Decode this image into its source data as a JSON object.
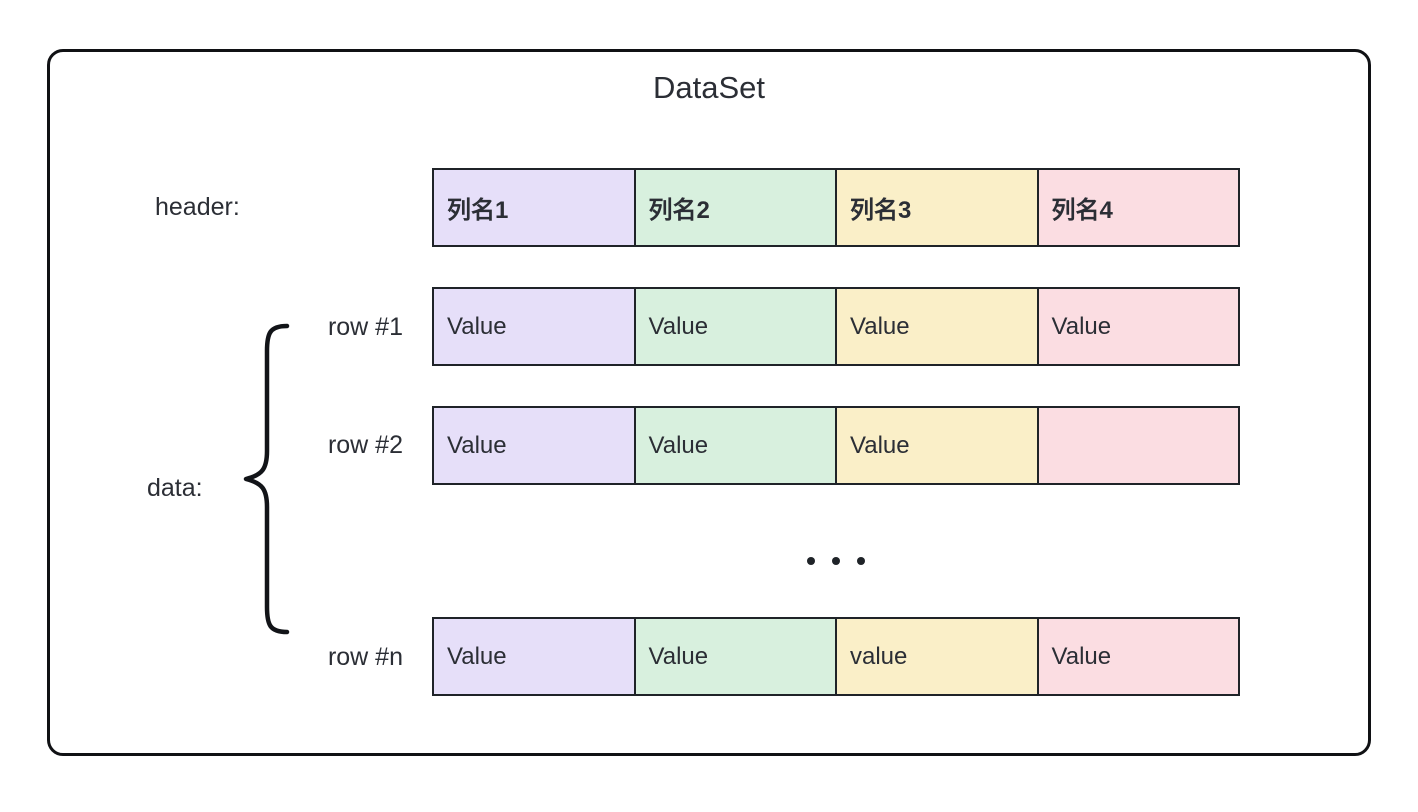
{
  "title": "DataSet",
  "colors": {
    "col1": "#e6dff9",
    "col2": "#d8f0de",
    "col3": "#faefc8",
    "col4": "#fbdde2",
    "border": "#1f2328",
    "frameBorder": "#101114",
    "text": "#2b2e35"
  },
  "header": {
    "label": "header:",
    "cells": [
      "列名1",
      "列名2",
      "列名3",
      "列名4"
    ]
  },
  "body": {
    "label": "data:",
    "ellipsis": "•••",
    "rows": [
      {
        "label": "row #1",
        "cells": [
          "Value",
          "Value",
          "Value",
          "Value"
        ]
      },
      {
        "label": "row #2",
        "cells": [
          "Value",
          "Value",
          "Value",
          ""
        ]
      },
      {
        "label": "row #n",
        "cells": [
          "Value",
          "Value",
          "value",
          "Value"
        ]
      }
    ]
  }
}
